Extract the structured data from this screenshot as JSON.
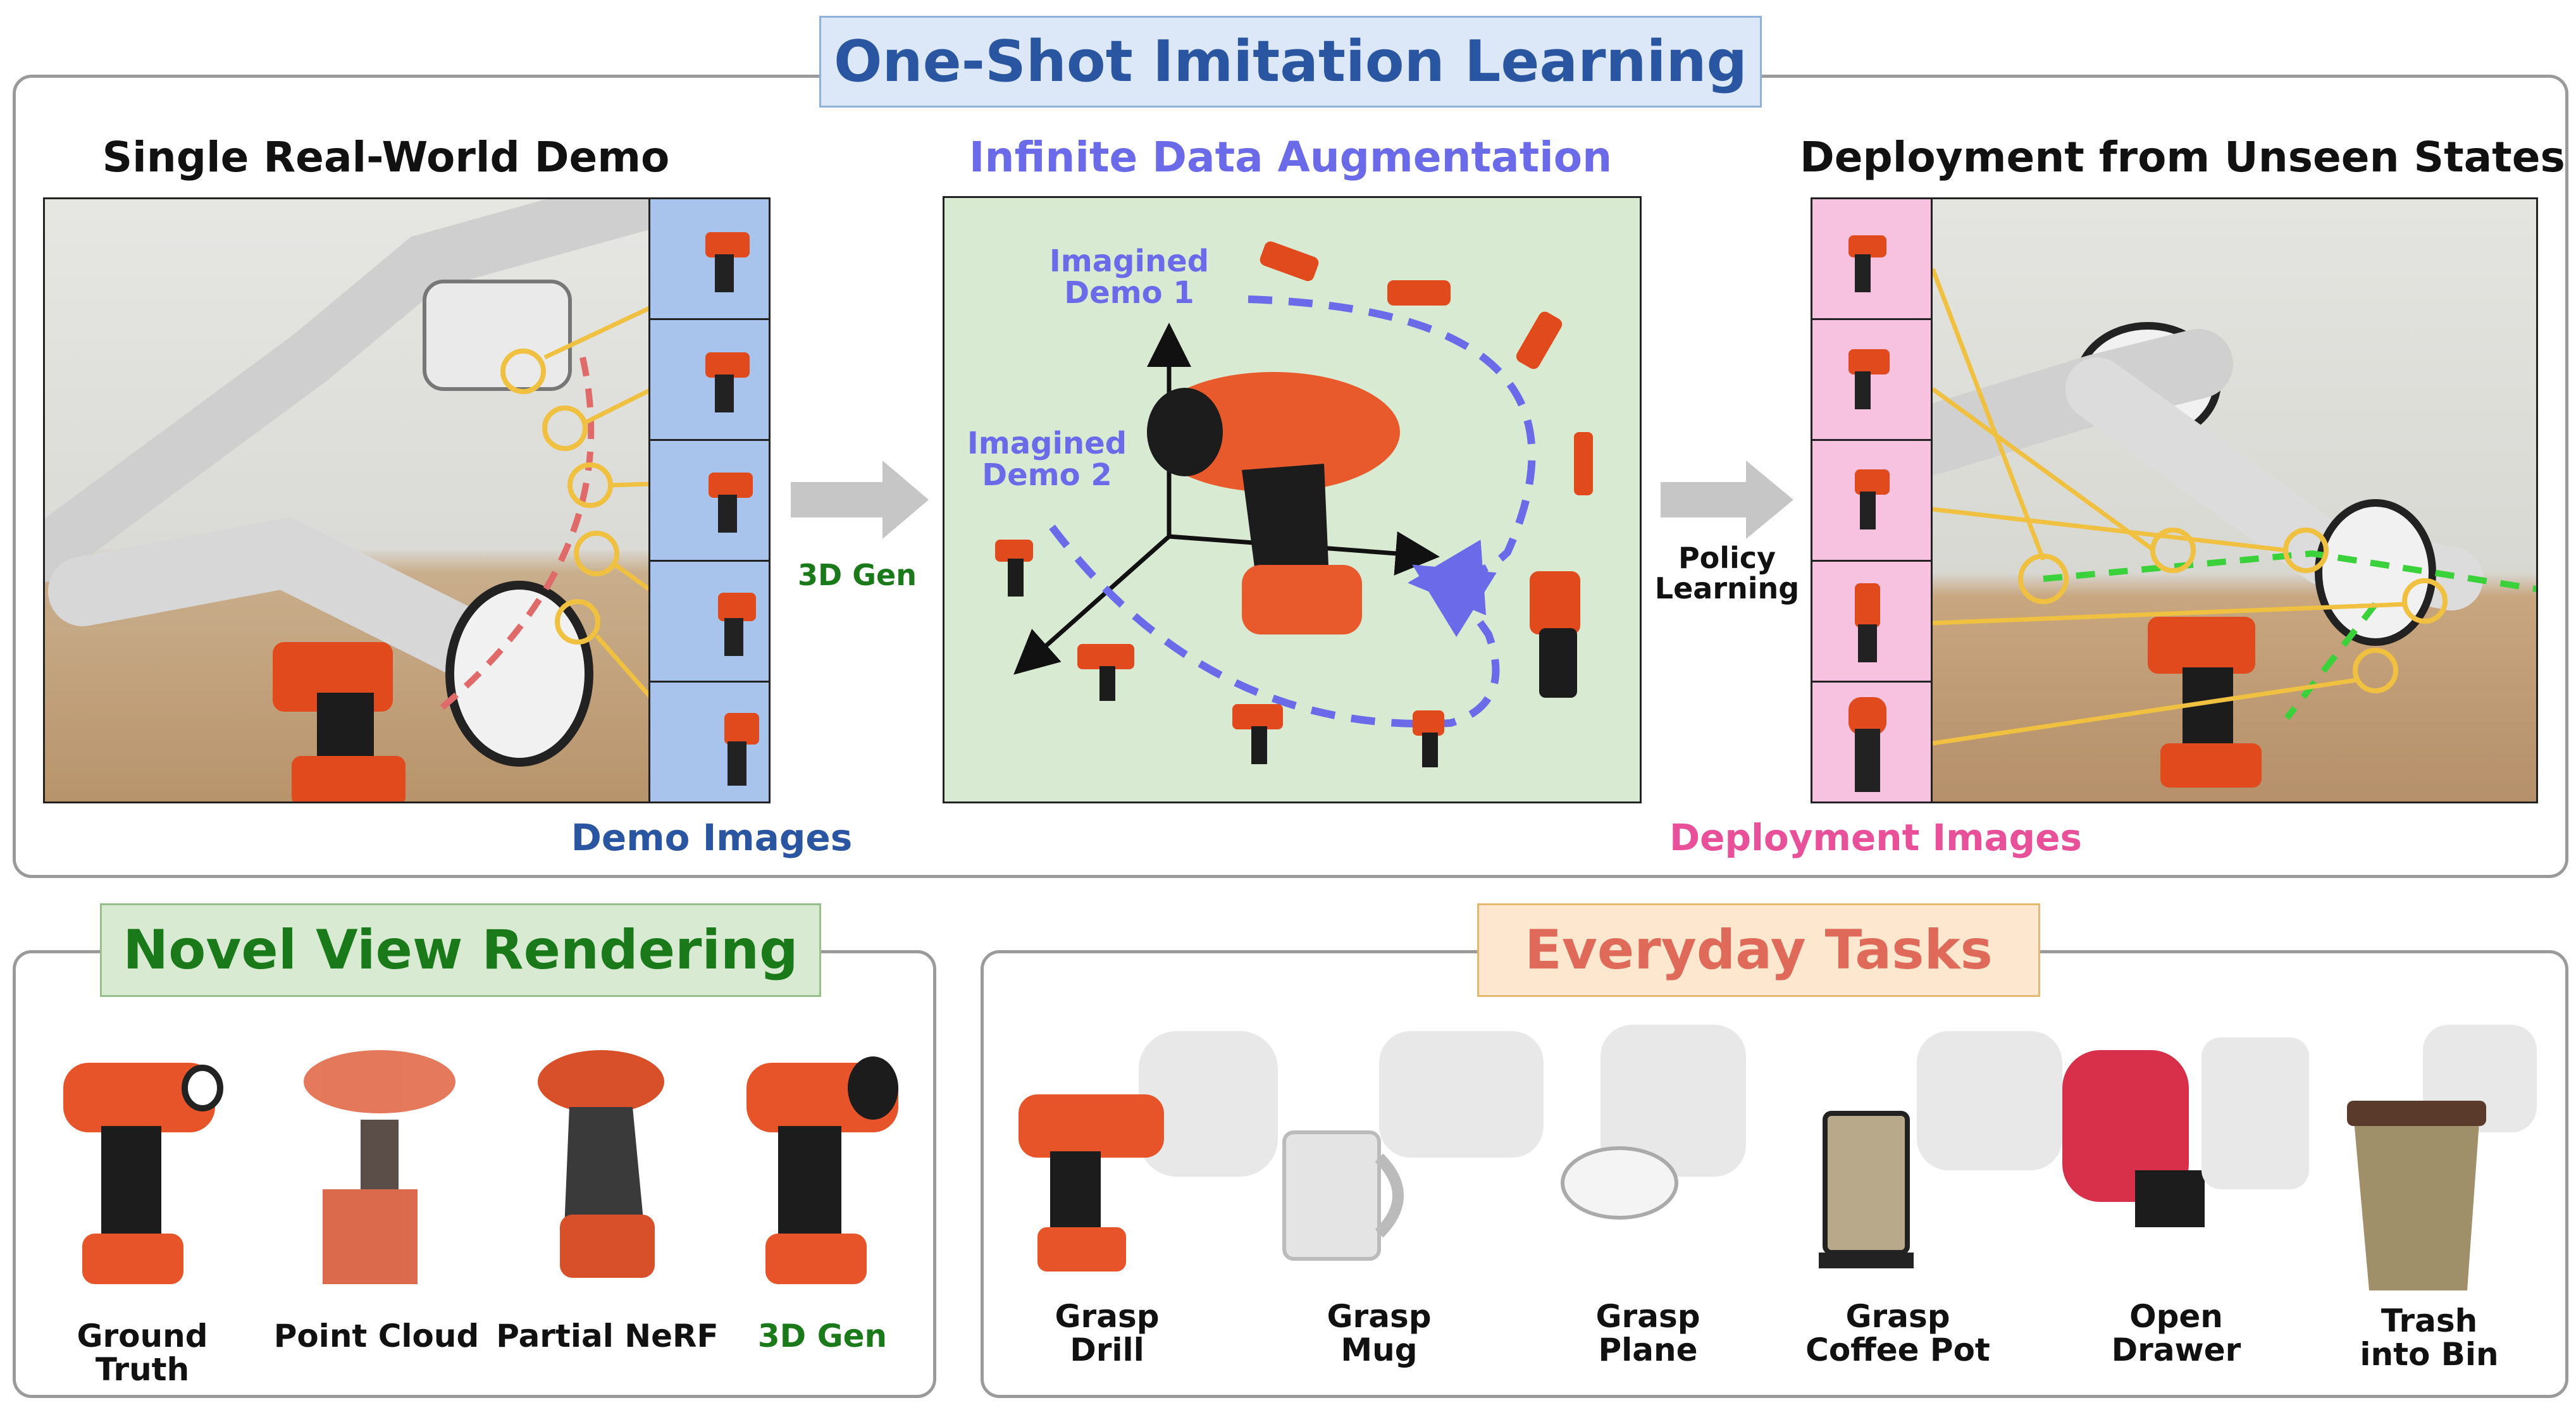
{
  "top": {
    "banner": "One-Shot Imitation Learning",
    "left_title": "Single Real-World Demo",
    "center_title": "Infinite Data Augmentation",
    "right_title": "Deployment from Unseen States",
    "arrow1_label": "3D Gen",
    "arrow2_label": "Policy\nLearning",
    "imagined1": "Imagined\nDemo 1",
    "imagined2": "Imagined\nDemo 2",
    "demo_images": "Demo Images",
    "deployment_images": "Deployment Images"
  },
  "novel_view": {
    "banner": "Novel View Rendering",
    "items": [
      {
        "label": "Ground Truth"
      },
      {
        "label": "Point Cloud"
      },
      {
        "label": "Partial NeRF"
      },
      {
        "label": "3D Gen"
      }
    ]
  },
  "everyday": {
    "banner": "Everyday Tasks",
    "items": [
      {
        "label": "Grasp\nDrill"
      },
      {
        "label": "Grasp\nMug"
      },
      {
        "label": "Grasp\nPlane"
      },
      {
        "label": "Grasp\nCoffee Pot"
      },
      {
        "label": "Open\nDrawer"
      },
      {
        "label": "Trash\ninto Bin"
      }
    ]
  },
  "colors": {
    "blue_title": "#2a55a0",
    "purple": "#6b6bea",
    "green_dark": "#1a7a1a",
    "pink": "#e8509a",
    "salmon": "#e06a5a",
    "demo_strip": "#a9c4ec",
    "deploy_strip": "#f7c2df",
    "aug_bg": "#d9ead3"
  }
}
